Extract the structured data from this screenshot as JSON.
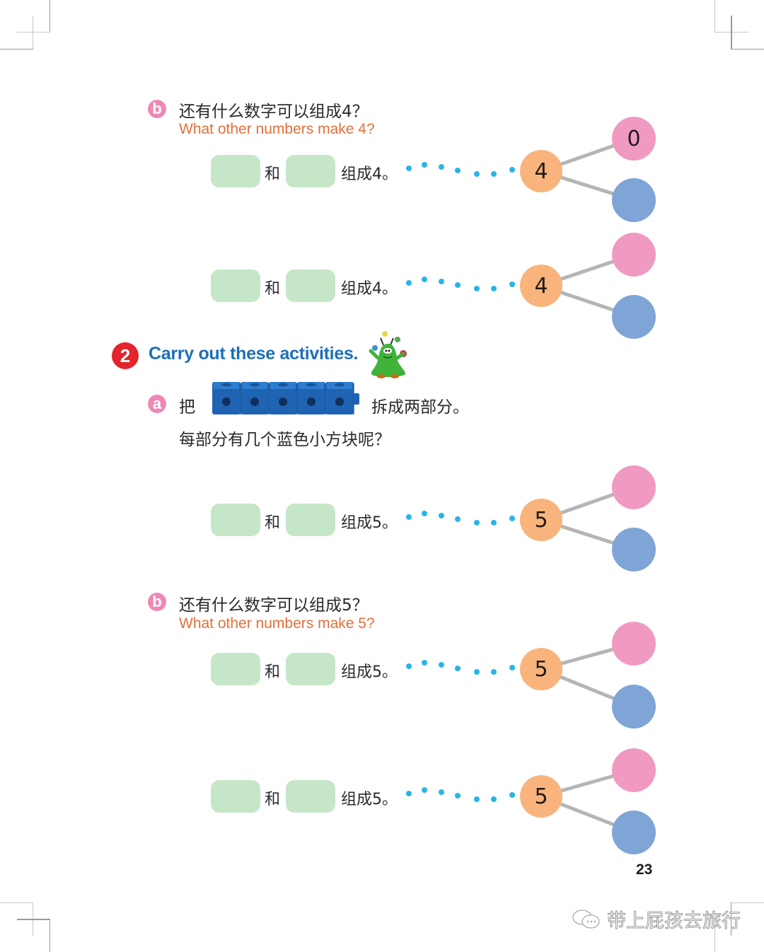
{
  "page": {
    "page_number": "23",
    "watermark": "带上屁孩去旅行",
    "watermark_icon": "wechat-icon"
  },
  "colors": {
    "badge_pink": "#ef88b4",
    "answer_box_green": "#c6e6c8",
    "whole_orange": "#f8b47c",
    "part_pink": "#f09ac2",
    "part_blue": "#7ea5d6",
    "dots_blue": "#29b4e6",
    "section_red": "#e3242c",
    "title_blue": "#1e6fb5",
    "english_orange": "#e46f3a"
  },
  "part1b": {
    "badge": "b",
    "question_zh": "还有什么数字可以组成4？",
    "question_en": "What other numbers make 4?",
    "rows": [
      {
        "left_box": "",
        "connector": "和",
        "right_box": "",
        "suffix": "组成4。",
        "whole": "4",
        "part_top": "0",
        "part_bottom": ""
      },
      {
        "left_box": "",
        "connector": "和",
        "right_box": "",
        "suffix": "组成4。",
        "whole": "4",
        "part_top": "",
        "part_bottom": ""
      }
    ]
  },
  "section2": {
    "number": "2",
    "title": "Carry out these activities.",
    "mascot_icon": "juggling-alien-mascot-icon"
  },
  "part2a": {
    "badge": "a",
    "prefix": "把",
    "cube_icon": "five-linking-cubes-icon",
    "cube_count": 5,
    "suffix": "拆成两部分。",
    "question": "每部分有几个蓝色小方块呢？",
    "rows": [
      {
        "left_box": "",
        "connector": "和",
        "right_box": "",
        "suffix": "组成5。",
        "whole": "5",
        "part_top": "",
        "part_bottom": ""
      }
    ]
  },
  "part2b": {
    "badge": "b",
    "question_zh": "还有什么数字可以组成5？",
    "question_en": "What other numbers make 5?",
    "rows": [
      {
        "left_box": "",
        "connector": "和",
        "right_box": "",
        "suffix": "组成5。",
        "whole": "5",
        "part_top": "",
        "part_bottom": ""
      },
      {
        "left_box": "",
        "connector": "和",
        "right_box": "",
        "suffix": "组成5。",
        "whole": "5",
        "part_top": "",
        "part_bottom": ""
      }
    ]
  }
}
